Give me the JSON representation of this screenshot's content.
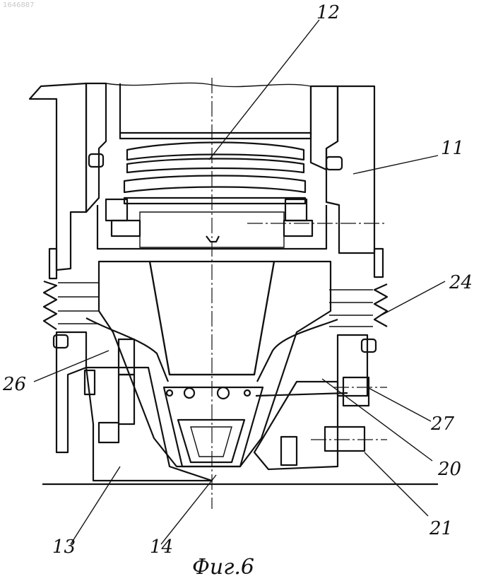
{
  "watermark": "1646887",
  "caption": "Фиг.6",
  "labels": {
    "l12": "12",
    "l11": "11",
    "l24": "24",
    "l26": "26",
    "l27": "27",
    "l20": "20",
    "l21": "21",
    "l13": "13",
    "l14": "14"
  },
  "colors": {
    "ink": "#111111",
    "paper": "#ffffff"
  }
}
